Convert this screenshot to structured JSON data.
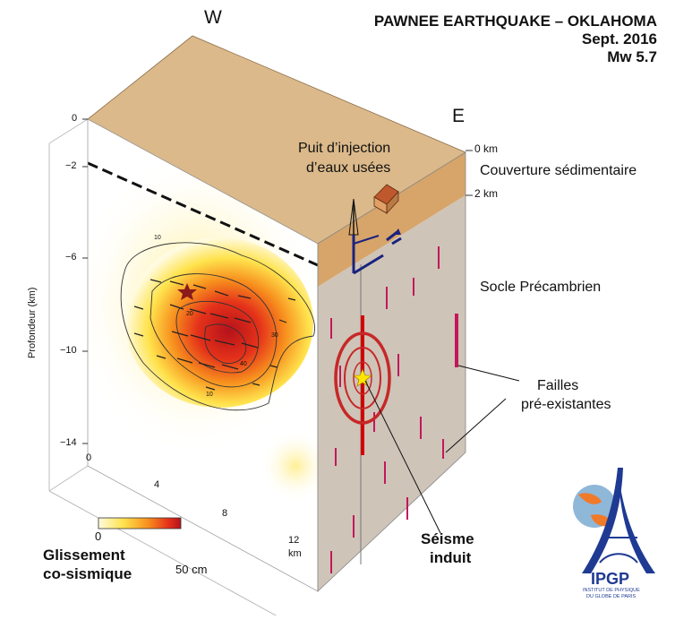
{
  "title": {
    "line1": "PAWNEE EARTHQUAKE – OKLAHOMA",
    "line2": "Sept. 2016",
    "line3": "Mw 5.7"
  },
  "compass": {
    "west": "W",
    "east": "E"
  },
  "depth_axis": {
    "label": "Profondeur (km)",
    "ticks": [
      "0",
      "−2",
      "−6",
      "−10",
      "−14"
    ]
  },
  "distance_axis": {
    "ticks": [
      "0",
      "4",
      "8",
      "12"
    ],
    "unit": "km"
  },
  "right_scale": {
    "top": "0 km",
    "bottom": "2 km"
  },
  "labels": {
    "well": [
      "Puit d’injection",
      "d’eaux usées"
    ],
    "sediment": "Couverture sédimentaire",
    "basement": "Socle Précambrien",
    "faults": [
      "Failles",
      "pré-existantes"
    ],
    "induced": [
      "Séisme",
      "induit"
    ]
  },
  "contours": [
    "10",
    "20",
    "30",
    "40",
    "10"
  ],
  "colorbar": {
    "min": "0",
    "max": "50 cm",
    "title": [
      "Glissement",
      "co-sismique"
    ],
    "colors": [
      "#fffbe0",
      "#ffe34d",
      "#f7901e",
      "#e4311a",
      "#b5121b"
    ]
  },
  "logo": {
    "name": "IPGP",
    "subtitle": [
      "INSTITUT DE PHYSIQUE",
      "DU GLOBE DE PARIS"
    ]
  },
  "colors": {
    "sediment_top": "#dbb98a",
    "sediment_side": "#d7a56a",
    "basement": "#cfc4b8",
    "fault": "#c2185b",
    "rings": "#c62828",
    "well_axes": "#1a237e"
  }
}
